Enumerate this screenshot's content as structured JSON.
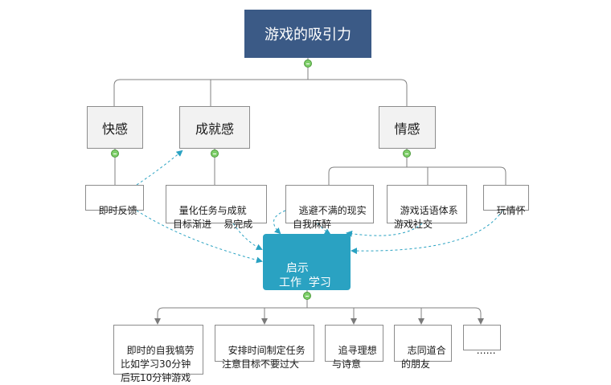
{
  "root": {
    "label": "游戏的吸引力"
  },
  "categories": {
    "pleasure": "快感",
    "achievement": "成就感",
    "emotion": "情感"
  },
  "leaves": {
    "instant_feedback": "即时反馈",
    "quantified_tasks": "量化任务与成就\n目标渐进    易完成",
    "escape_reality": "逃避不满的现实\n自我麻醉",
    "game_language": "游戏话语体系\n游戏社交",
    "play_feelings": "玩情怀"
  },
  "hub": {
    "label": "启示\n工作  学习"
  },
  "insights": {
    "self_reward": "即时的自我犒劳\n比如学习30分钟\n后玩10分钟游戏",
    "time_planning": "安排时间制定任务\n注意目标不要过大",
    "pursue_ideals": "追寻理想\n与诗意",
    "like_minded": "志同道合\n的朋友",
    "more": "……"
  },
  "colors": {
    "root_fill": "#3b5a86",
    "hub_fill": "#2aa2c2",
    "category_fill": "#f2f2f2",
    "connector": "#808080",
    "dashed_link": "#2aa2c2",
    "collapse_button": "#7fcf6a"
  }
}
